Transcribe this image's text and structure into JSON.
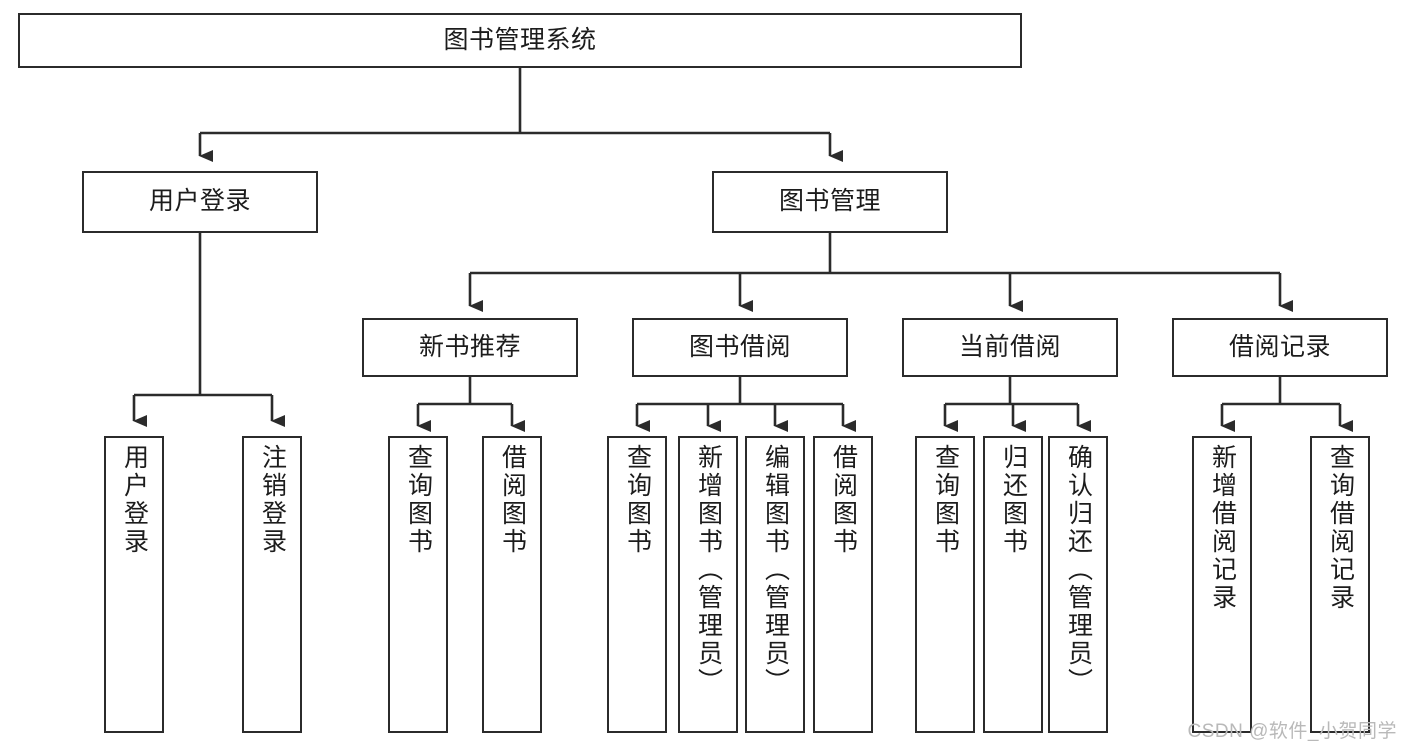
{
  "diagram": {
    "title": "图书管理系统",
    "type": "tree",
    "colors": {
      "box_border": "#2b2b2b",
      "box_fill": "#ffffff",
      "connector": "#2b2b2b",
      "text": "#1c1c1c",
      "background": "#ffffff",
      "watermark": "#b9b9b9"
    },
    "watermark": "CSDN @软件_小贺同学",
    "levels": {
      "root": {
        "label": "图书管理系统"
      },
      "level2": [
        {
          "label": "用户登录"
        },
        {
          "label": "图书管理"
        }
      ],
      "level3": [
        {
          "label": "新书推荐"
        },
        {
          "label": "图书借阅"
        },
        {
          "label": "当前借阅"
        },
        {
          "label": "借阅记录"
        }
      ],
      "leaves": [
        {
          "label": "用户登录",
          "parent": "用户登录"
        },
        {
          "label": "注销登录",
          "parent": "用户登录"
        },
        {
          "label": "查询图书",
          "parent": "新书推荐"
        },
        {
          "label": "借阅图书",
          "parent": "新书推荐"
        },
        {
          "label": "查询图书",
          "parent": "图书借阅"
        },
        {
          "label": "新增图书（管理员）",
          "parent": "图书借阅"
        },
        {
          "label": "编辑图书（管理员）",
          "parent": "图书借阅"
        },
        {
          "label": "借阅图书",
          "parent": "图书借阅"
        },
        {
          "label": "查询图书",
          "parent": "当前借阅"
        },
        {
          "label": "归还图书",
          "parent": "当前借阅"
        },
        {
          "label": "确认归还（管理员）",
          "parent": "当前借阅"
        },
        {
          "label": "新增借阅记录",
          "parent": "借阅记录"
        },
        {
          "label": "查询借阅记录",
          "parent": "借阅记录"
        }
      ]
    }
  }
}
